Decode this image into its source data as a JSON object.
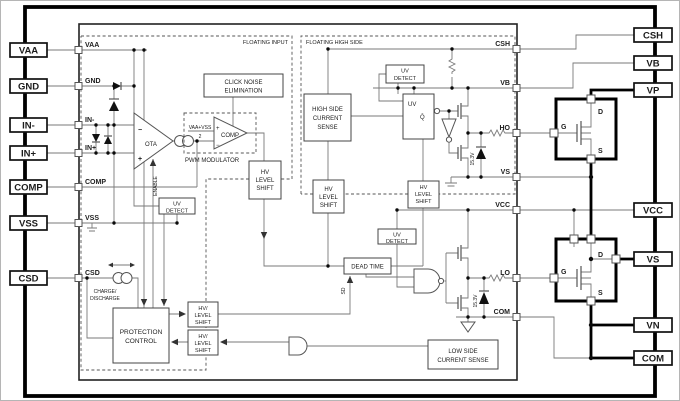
{
  "pins": {
    "left": [
      "VAA",
      "GND",
      "IN-",
      "IN+",
      "COMP",
      "VSS",
      "CSD"
    ],
    "right": [
      "CSH",
      "VB",
      "VP",
      "VCC",
      "VS",
      "VN",
      "COM"
    ],
    "ic_right": [
      "CSH",
      "VB",
      "HO",
      "VS",
      "VCC",
      "LO",
      "COM"
    ]
  },
  "regions": {
    "floating_input": "FLOATING INPUT",
    "floating_high_side": "FLOATING HIGH SIDE"
  },
  "blocks": {
    "click_noise": [
      "CLICK NOISE",
      "ELIMINATION"
    ],
    "pwm_modulator": "PWM MODULATOR",
    "comp": "COMP",
    "ota": "OTA",
    "plus": "+",
    "minus": "−",
    "vref_num": "VAA+VSS",
    "vref_den": "2",
    "enable": "ENABLE",
    "hv": "HV",
    "hv_slash": "HV/",
    "level": "LEVEL",
    "shift": "SHIFT",
    "uv": "UV",
    "detect": "DETECT",
    "qbar": "Q̄",
    "high_side_cs": [
      "HIGH SIDE",
      "CURRENT",
      "SENSE"
    ],
    "dead_time": "DEAD TIME",
    "sd": "SD",
    "protection": [
      "PROTECTION",
      "CONTROL"
    ],
    "charge_discharge": [
      "CHARGE/",
      "DISCHARGE"
    ],
    "low_side_cs": [
      "LOW SIDE",
      "CURRENT SENSE"
    ],
    "zener": "15.3V",
    "fet": {
      "g": "G",
      "d": "D",
      "s": "S"
    }
  },
  "colors": {
    "ink": "#111111",
    "wire": "#7a7a7a",
    "background": "#ffffff"
  }
}
